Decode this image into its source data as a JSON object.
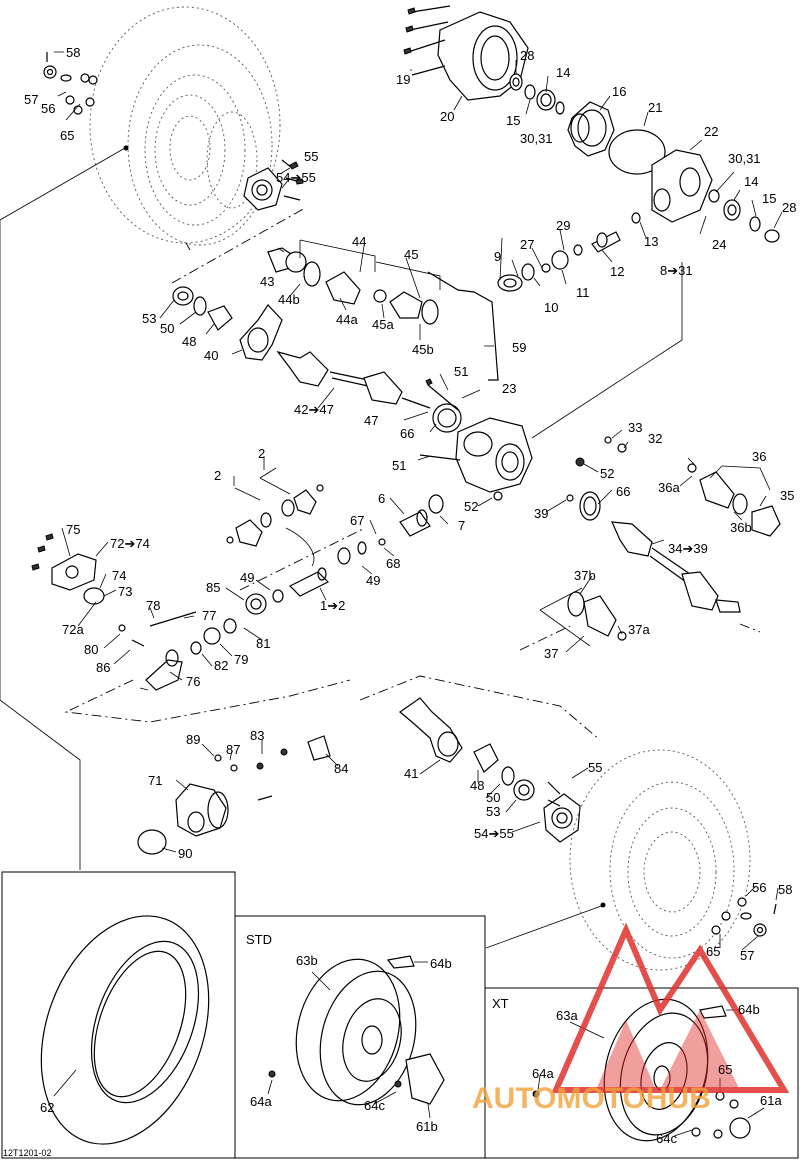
{
  "diagram": {
    "code": "12T1201-02",
    "labels": {
      "l58a": "58",
      "l57a": "57",
      "l56a": "56",
      "l65a": "65",
      "l19": "19",
      "l20": "20",
      "l28a": "28",
      "l14a": "14",
      "l15a": "15",
      "l16": "16",
      "l3031a": "30,31",
      "l21": "21",
      "l22": "22",
      "l3031b": "30,31",
      "l14b": "14",
      "l15b": "15",
      "l28b": "28",
      "l24": "24",
      "l55a": "55",
      "l5455a": "54➔55",
      "l44": "44",
      "l45": "45",
      "l43": "43",
      "l44b": "44b",
      "l44a": "44a",
      "l45a": "45a",
      "l45b": "45b",
      "l53a": "53",
      "l50a": "50",
      "l48a": "48",
      "l40": "40",
      "l4247": "42➔47",
      "l29": "29",
      "l27": "27",
      "l9": "9",
      "l10": "10",
      "l11": "11",
      "l12": "12",
      "l13": "13",
      "l831": "8➔31",
      "l59": "59",
      "l51a": "51",
      "l23": "23",
      "l47": "47",
      "l66a": "66",
      "l51b": "51",
      "l33": "33",
      "l32": "32",
      "l52a": "52",
      "l66b": "66",
      "l52b": "52",
      "l39": "39",
      "l36": "36",
      "l36a": "36a",
      "l35": "35",
      "l36b": "36b",
      "l3439": "34➔39",
      "l2a": "2",
      "l2b": "2",
      "l6": "6",
      "l67": "67",
      "l7": "7",
      "l68": "68",
      "l49a": "49",
      "l49b": "49",
      "l85": "85",
      "l12b": "1➔2",
      "l75": "75",
      "l7274": "72➔74",
      "l74": "74",
      "l73": "73",
      "l72a": "72a",
      "l78": "78",
      "l77": "77",
      "l80": "80",
      "l86": "86",
      "l81": "81",
      "l79": "79",
      "l82": "82",
      "l76": "76",
      "l37b": "37b",
      "l37a": "37a",
      "l37": "37",
      "l89": "89",
      "l87": "87",
      "l83": "83",
      "l84": "84",
      "l71": "71",
      "l90": "90",
      "l41": "41",
      "l48b": "48",
      "l50b": "50",
      "l53b": "53",
      "l55b": "55",
      "l5455b": "54➔55",
      "l56b": "56",
      "l58b": "58",
      "l65b": "65",
      "l57b": "57",
      "l62": "62",
      "l63b": "63b",
      "l64b": "64b",
      "l64a": "64a",
      "l64c": "64c",
      "l61b": "61b",
      "l63a": "63a",
      "l64b2": "64b",
      "l64a2": "64a",
      "l65c": "65",
      "l61a": "61a",
      "l64c2": "64c"
    },
    "panels": {
      "std_title": "STD",
      "xt_title": "XT"
    },
    "watermark": {
      "text": "AUTOMOTOHUB",
      "color": "#e0312e",
      "accent": "#f2a23a"
    }
  }
}
